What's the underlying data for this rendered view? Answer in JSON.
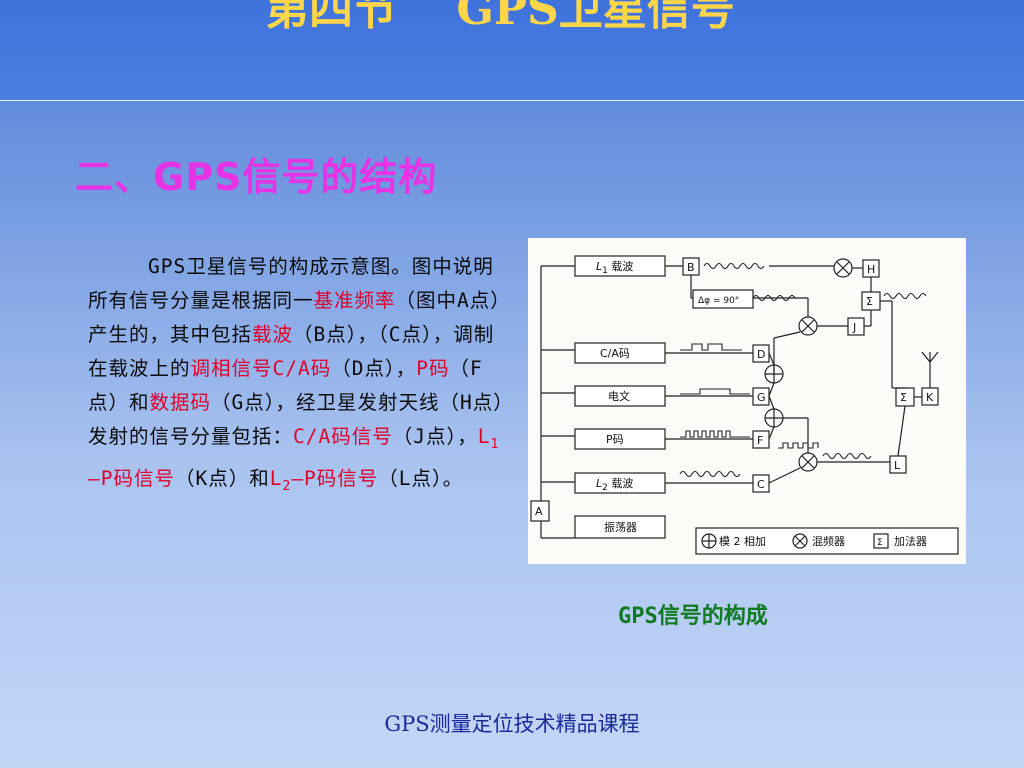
{
  "header": {
    "title": "第四节　 GPS卫星信号"
  },
  "section": {
    "heading": "二、GPS信号的结构"
  },
  "body": {
    "p1": "GPS卫星信号的构成示意图。图中说明所有信号分量是根据同一",
    "hl1": "基准频率",
    "p2": "（图中A点）产生的，其中包括",
    "hl2": "载波",
    "p3": "（B点），（C点），调制在载波上的",
    "hl3": "调相信号C/A码",
    "p4": "（D点），",
    "hl4": "P码",
    "p5": "（F点）和",
    "hl5": "数据码",
    "p6": "（G点），经卫星发射天线（H点）发射的信号分量包括：",
    "hl6": "C/A码信号",
    "p7": "（J点），",
    "hl7a": "L",
    "hl7sub": "1",
    "hl7b": "—P码信号",
    "p8": "（K点）和",
    "hl8a": "L",
    "hl8sub": "2",
    "hl8b": "—P码信号",
    "p9": "（L点）。"
  },
  "diagram": {
    "l1_carrier": {
      "main": "L",
      "sub": "1",
      "rest": " 载波"
    },
    "l2_carrier": {
      "main": "L",
      "sub": "2",
      "rest": " 载波"
    },
    "ca_code": "C/A码",
    "message": "电文",
    "p_code": "P码",
    "oscillator": "振荡器",
    "phase_shift": "Δφ = 90°",
    "node_labels": [
      "A",
      "B",
      "C",
      "D",
      "F",
      "G",
      "H",
      "J",
      "K",
      "L"
    ],
    "sum_symbol": "Σ",
    "legend": {
      "mod2_add": "模 2 相加",
      "mixer": "混频器",
      "adder": "加法器"
    }
  },
  "caption": "GPS信号的构成",
  "footer": "GPS测量定位技术精品课程",
  "colors": {
    "title": "#ffd54a",
    "heading": "#e633e6",
    "highlight": "#e0002a",
    "caption": "#0f7a1f",
    "footer": "#1a2a9a"
  }
}
